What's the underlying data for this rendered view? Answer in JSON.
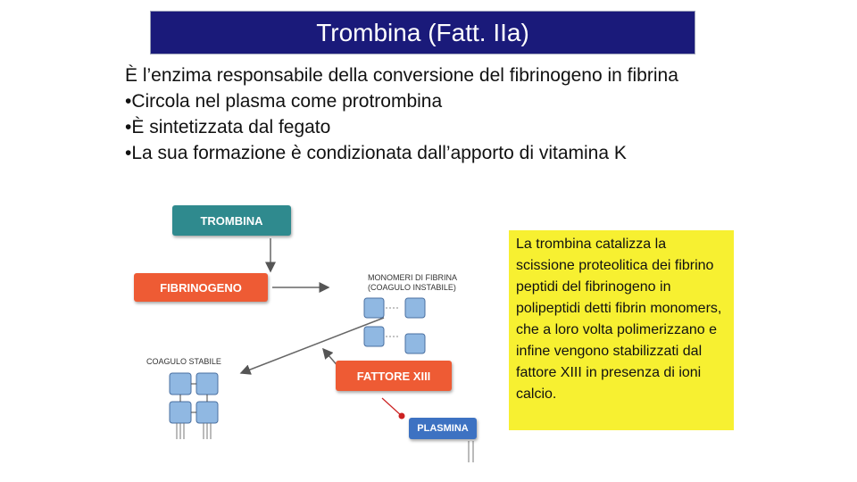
{
  "title": "Trombina (Fatt. IIa)",
  "bullets": [
    "È l’enzima responsabile della conversione del fibrinogeno in fibrina",
    "•Circola nel plasma come protrombina",
    "•È sintetizzata dal fegato",
    "•La sua formazione è condizionata dall’apporto di vitamina K"
  ],
  "diagram": {
    "trombina": "TROMBINA",
    "fibrinogeno": "FIBRINOGENO",
    "monomeri_line1": "MONOMERI DI FIBRINA",
    "monomeri_line2": "(COAGULO INSTABILE)",
    "coagulo_stabile": "COAGULO STABILE",
    "fattore_xiii": "FATTORE XIII",
    "plasmina": "PLASMINA"
  },
  "callout": "La trombina catalizza la scissione proteolitica dei fibrino peptidi del fibrinogeno in polipeptidi detti fibrin monomers, che a loro volta polimerizzano e infine vengono stabilizzati dal fattore XIII in presenza di ioni calcio.",
  "colors": {
    "title_bg": "#1a1a7a",
    "teal_box": "#2f8a8e",
    "orange_box": "#ee5b34",
    "blue_box": "#3d72c2",
    "callout_bg": "#f7f031"
  }
}
